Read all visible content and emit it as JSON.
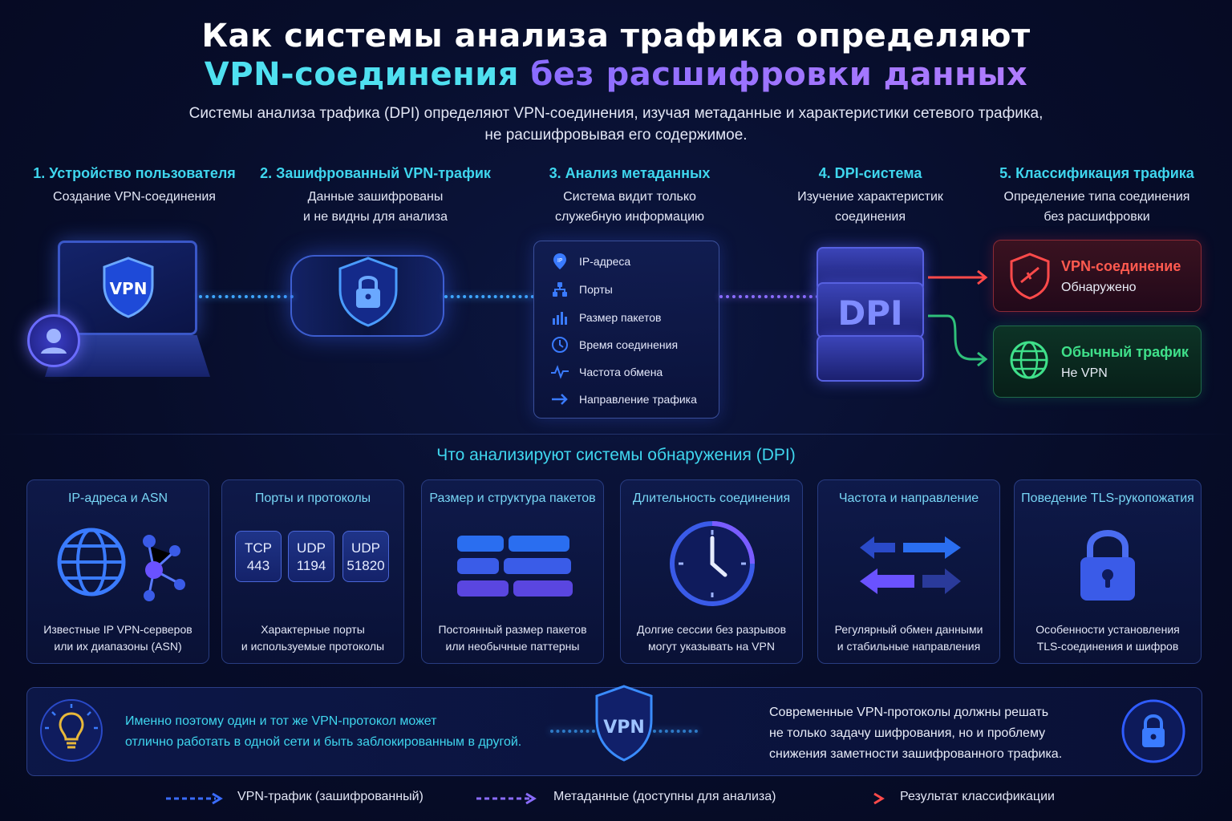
{
  "header": {
    "title_line1": "Как системы анализа трафика определяют",
    "title_line2_a": "VPN-соединения",
    "title_line2_b": "без расшифровки данных",
    "subtitle_line1": "Системы анализа трафика (DPI) определяют VPN-соединения, изучая метаданные и характеристики сетевого трафика,",
    "subtitle_line2": "не расшифровывая его содержимое."
  },
  "steps": [
    {
      "title": "1. Устройство пользователя",
      "desc_line1": "Создание VPN-соединения",
      "desc_line2": ""
    },
    {
      "title": "2. Зашифрованный VPN-трафик",
      "desc_line1": "Данные зашифрованы",
      "desc_line2": "и не видны для анализа"
    },
    {
      "title": "3. Анализ метаданных",
      "desc_line1": "Система видит только",
      "desc_line2": "служебную информацию"
    },
    {
      "title": "4. DPI-система",
      "desc_line1": "Изучение характеристик",
      "desc_line2": "соединения"
    },
    {
      "title": "5. Классификация трафика",
      "desc_line1": "Определение типа соединения",
      "desc_line2": "без расшифровки"
    }
  ],
  "laptop_badge": "VPN",
  "metadata_items": [
    "IP-адреса",
    "Порты",
    "Размер пакетов",
    "Время соединения",
    "Частота обмена",
    "Направление трафика"
  ],
  "dpi_label": "DPI",
  "results": {
    "vpn": {
      "title": "VPN-соединение",
      "sub": "Обнаружено",
      "color": "#ff5a4f"
    },
    "normal": {
      "title": "Обычный трафик",
      "sub": "Не VPN",
      "color": "#3fe08a"
    }
  },
  "section_title": "Что анализируют системы обнаружения (DPI)",
  "features": [
    {
      "title": "IP-адреса и ASN",
      "desc_line1": "Известные IP VPN-серверов",
      "desc_line2": "или их диапазоны (ASN)"
    },
    {
      "title": "Порты и протоколы",
      "desc_line1": "Характерные порты",
      "desc_line2": "и используемые протоколы"
    },
    {
      "title": "Размер и структура пакетов",
      "desc_line1": "Постоянный размер пакетов",
      "desc_line2": "или необычные паттерны"
    },
    {
      "title": "Длительность соединения",
      "desc_line1": "Долгие сессии без разрывов",
      "desc_line2": "могут указывать на VPN"
    },
    {
      "title": "Частота и направление",
      "desc_line1": "Регулярный обмен данными",
      "desc_line2": "и стабильные направления"
    },
    {
      "title": "Поведение TLS-рукопожатия",
      "desc_line1": "Особенности установления",
      "desc_line2": "TLS-соединения и шифров"
    }
  ],
  "ports": [
    {
      "proto": "TCP",
      "num": "443"
    },
    {
      "proto": "UDP",
      "num": "1194"
    },
    {
      "proto": "UDP",
      "num": "51820"
    }
  ],
  "bottom": {
    "left_line1": "Именно поэтому один и тот же VPN-протокол может",
    "left_line2": "отлично работать в одной сети и быть заблокированным в другой.",
    "shield_label": "VPN",
    "right_line1": "Современные VPN-протоколы должны решать",
    "right_line2": "не только задачу шифрования, но и проблему",
    "right_line3": "снижения заметности зашифрованного трафика."
  },
  "legend": [
    {
      "label": "VPN-трафик (зашифрованный)",
      "color": "#3a6cff"
    },
    {
      "label": "Метаданные (доступны для анализа)",
      "color": "#8a6cff"
    },
    {
      "label": "Результат классификации",
      "color": "#ff4a4a"
    }
  ]
}
